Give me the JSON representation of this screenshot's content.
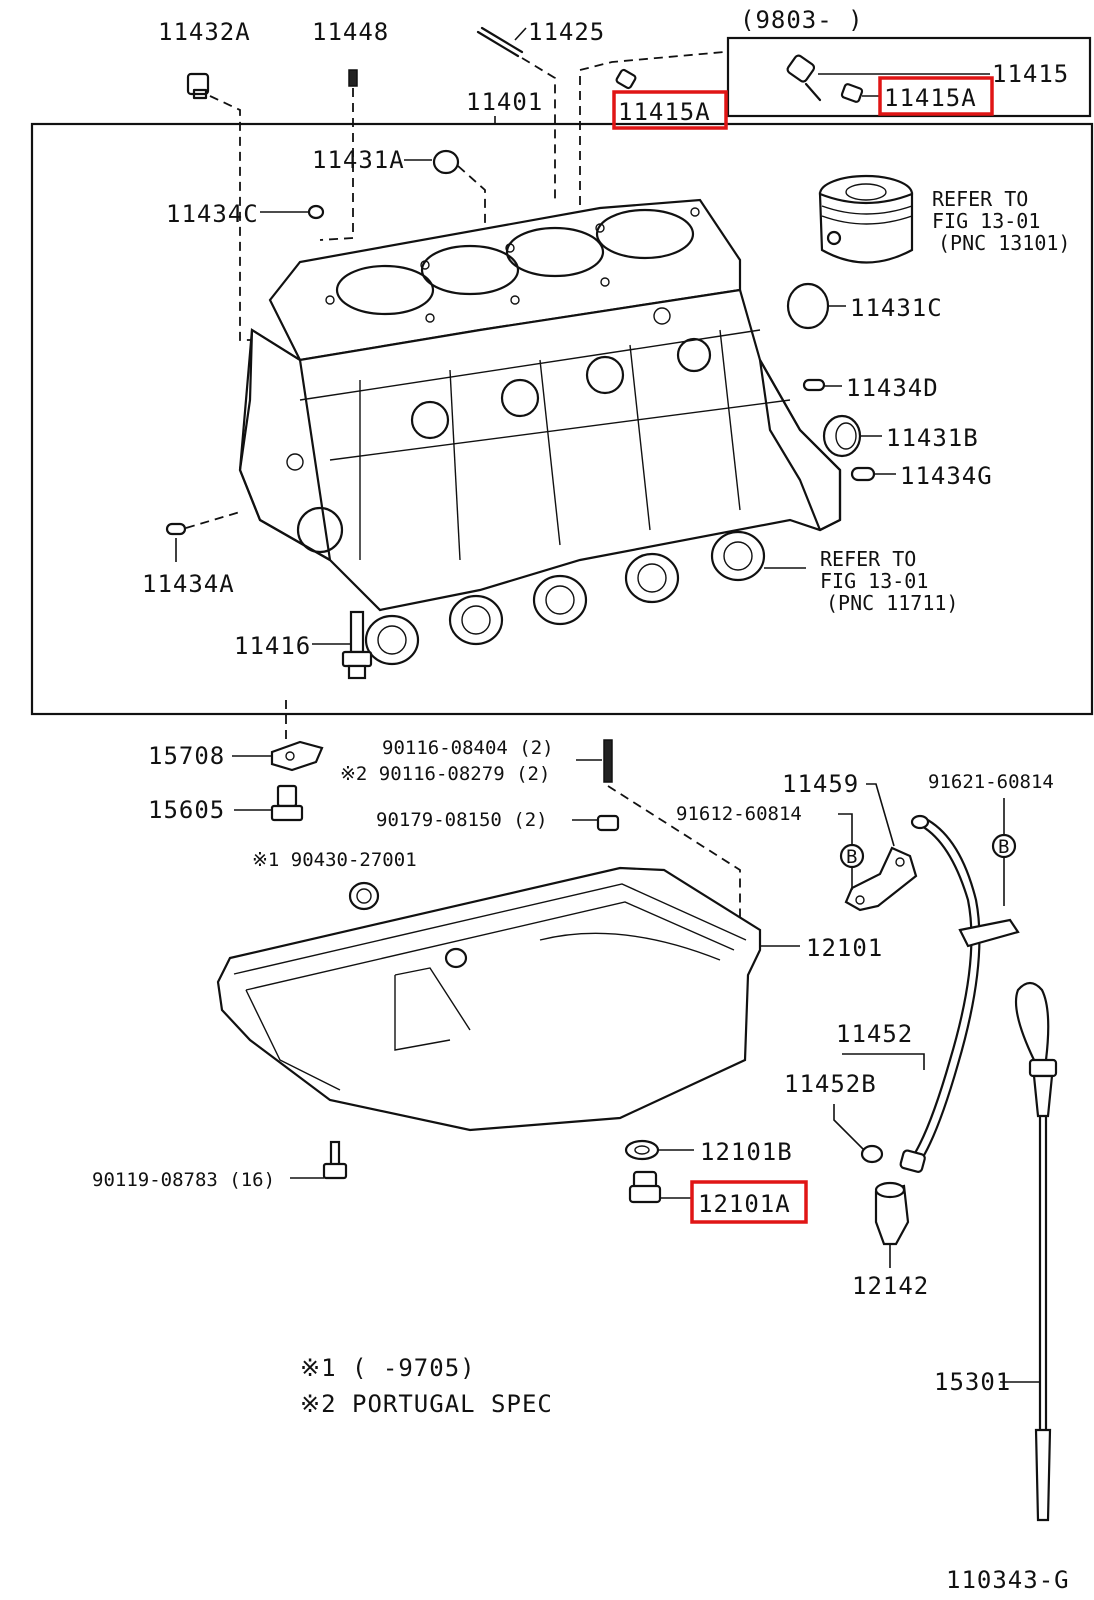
{
  "diagram": {
    "figure_code": "110343-G",
    "highlight_color": "#e01515",
    "labels": {
      "p11432A": "11432A",
      "p11448": "11448",
      "p11425": "11425",
      "range_9803": "(9803-      )",
      "p11415": "11415",
      "p11415A_a": "11415A",
      "p11415A_b": "11415A",
      "p11401": "11401",
      "p11431A": "11431A",
      "p11434C": "11434C",
      "refer1_l1": "REFER TO",
      "refer1_l2": "FIG 13-01",
      "refer1_l3": "(PNC 13101)",
      "p11431C": "11431C",
      "p11434D": "11434D",
      "p11431B": "11431B",
      "p11434G": "11434G",
      "refer2_l1": "REFER TO",
      "refer2_l2": "FIG 13-01",
      "refer2_l3": "(PNC 11711)",
      "p11434A": "11434A",
      "p11416": "11416",
      "p15708": "15708",
      "p90116_08404": "90116-08404 (2)",
      "p90116_08279": "※2 90116-08279 (2)",
      "p15605": "15605",
      "p90179_08150": "90179-08150 (2)",
      "p90430_27001": "※1 90430-27001",
      "p11459": "11459",
      "p91621_60814": "91621-60814",
      "p91612_60814": "91612-60814",
      "circB_1": "B",
      "circB_2": "B",
      "p12101": "12101",
      "p11452": "11452",
      "p11452B": "11452B",
      "p90119_08783": "90119-08783 (16)",
      "p12101B": "12101B",
      "p12101A": "12101A",
      "p12142": "12142",
      "p15301": "15301",
      "note1": "※1 (      -9705)",
      "note2": "※2 PORTUGAL  SPEC"
    }
  }
}
